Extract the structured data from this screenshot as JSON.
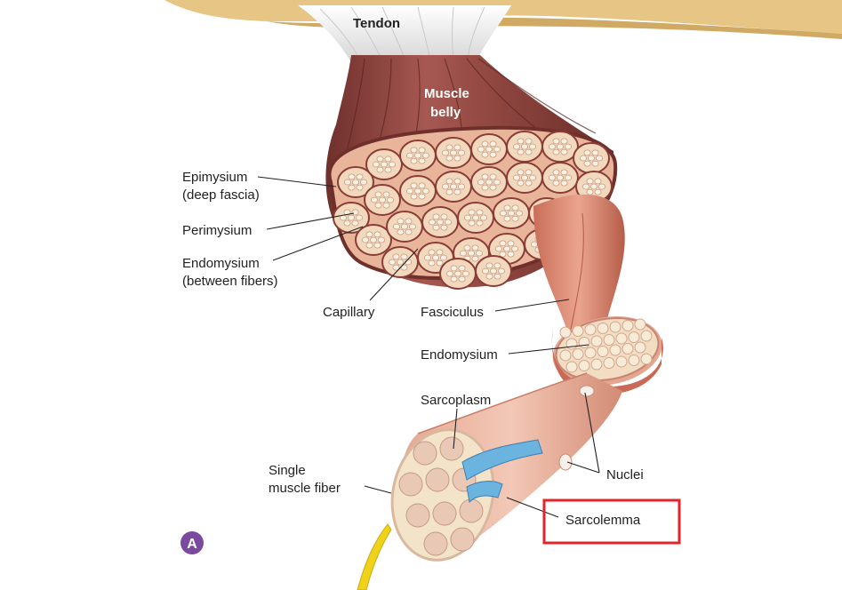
{
  "labels": {
    "tendon": "Tendon",
    "muscle_belly_1": "Muscle",
    "muscle_belly_2": "belly",
    "epimysium_1": "Epimysium",
    "epimysium_2": "(deep fascia)",
    "perimysium": "Perimysium",
    "endomysium_between_1": "Endomysium",
    "endomysium_between_2": "(between fibers)",
    "capillary": "Capillary",
    "fasciculus": "Fasciculus",
    "endomysium": "Endomysium",
    "sarcoplasm": "Sarcoplasm",
    "single_fiber_1": "Single",
    "single_fiber_2": "muscle fiber",
    "nuclei": "Nuclei",
    "sarcolemma": "Sarcolemma",
    "panel_letter": "A"
  },
  "colors": {
    "bone": "#e9c98a",
    "tendon": "#f2f2f2",
    "muscle_dark": "#7a3a35",
    "muscle_mid": "#a85a52",
    "muscle_light": "#c98378",
    "fascicle_fill": "#e7b79c",
    "fiber_fill": "#f6e7cf",
    "fasciculus_tube": "#d9826a",
    "highlight_box": "#e0262b",
    "badge": "#7a4aa0",
    "nerve": "#f1d21a",
    "reticulum": "#5aa9d6"
  },
  "highlight": {
    "target": "sarcolemma"
  }
}
